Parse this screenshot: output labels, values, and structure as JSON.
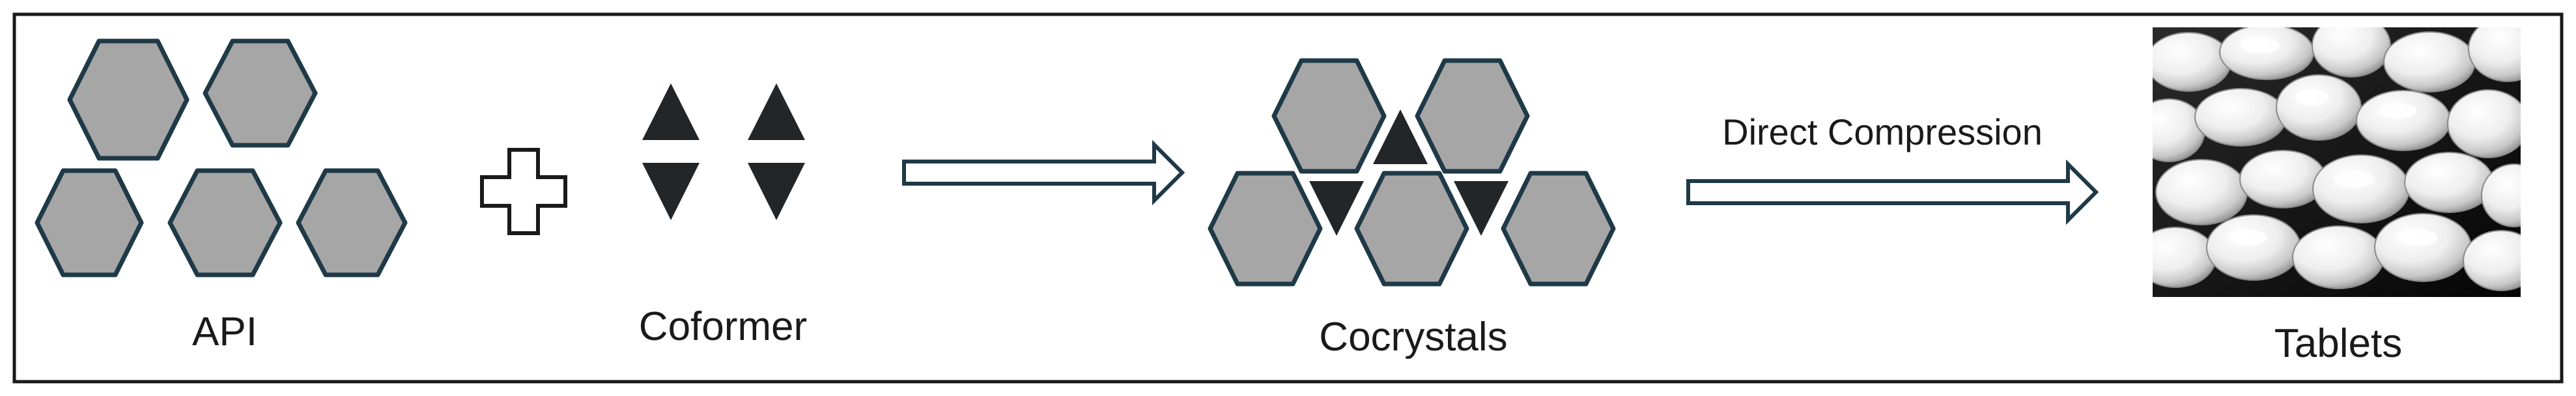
{
  "labels": {
    "api": "API",
    "coformer": "Coformer",
    "cocrystals": "Cocrystals",
    "tablets": "Tablets",
    "process": "Direct Compression"
  },
  "colors": {
    "hex_fill": "#a6a6a6",
    "hex_stroke": "#1f3947",
    "triangle": "#222629",
    "frame": "#1a1a1a"
  },
  "icons": {
    "plus": "plus-icon",
    "arrow1": "arrow-right-icon",
    "arrow2": "arrow-right-icon",
    "tablets": "tablets-photo"
  }
}
